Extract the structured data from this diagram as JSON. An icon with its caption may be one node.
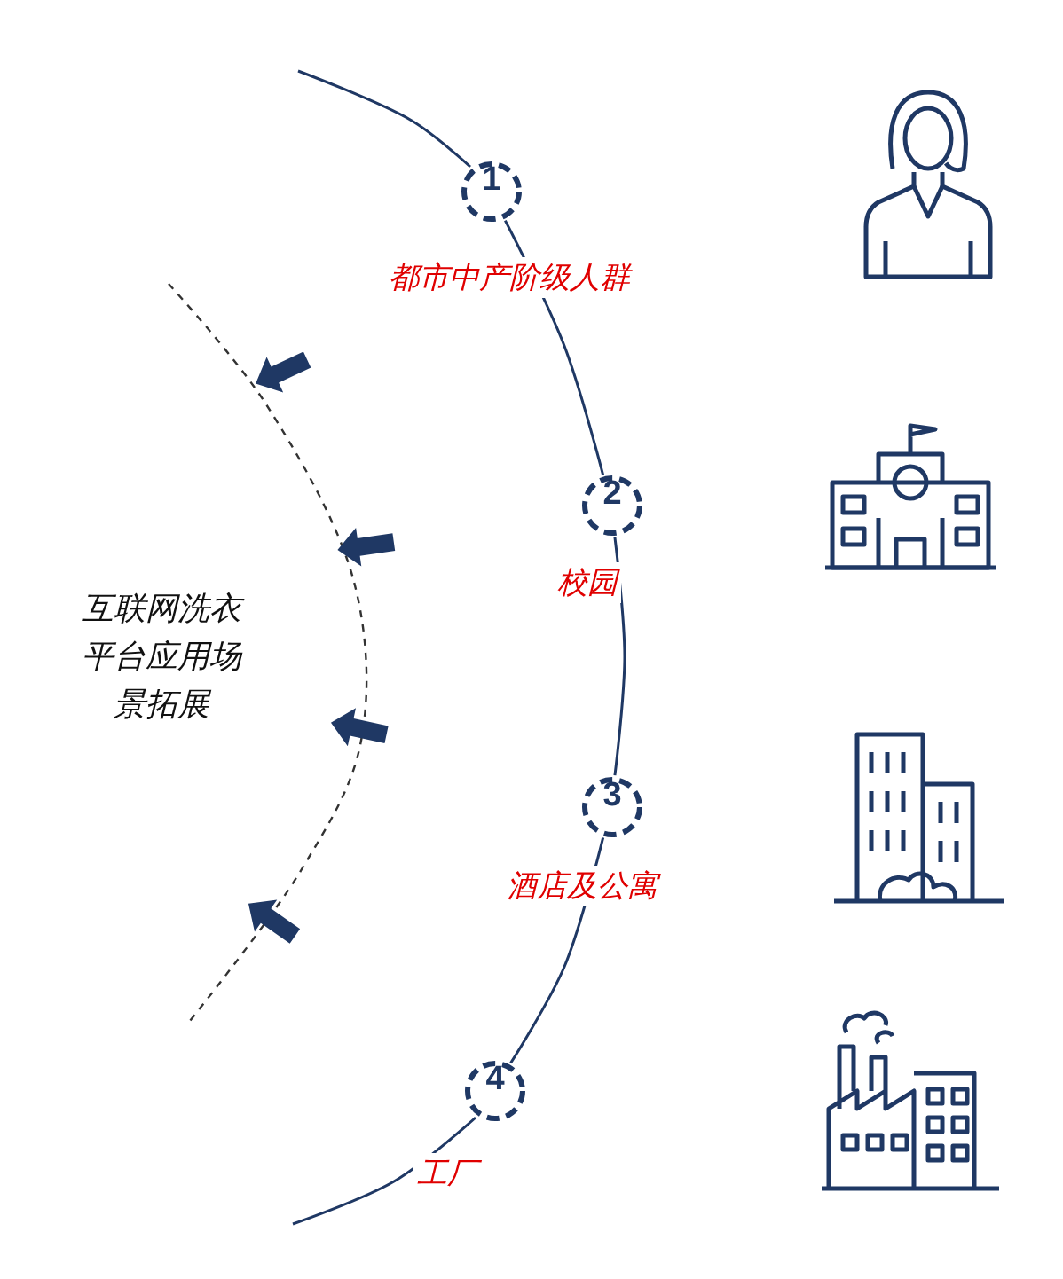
{
  "diagram": {
    "nodes": [
      {
        "text": [
          "1"
        ],
        "beside": [
          "都市中产阶级人群"
        ]
      },
      {
        "text": [
          "2"
        ],
        "beside": [
          "校园"
        ]
      },
      {
        "text": [
          "3"
        ],
        "beside": [
          "酒店及公寓"
        ]
      },
      {
        "text": [
          "4"
        ],
        "beside": [
          "工厂"
        ]
      }
    ],
    "edges": [
      {
        "from": 0,
        "to": 1,
        "arrow": "none"
      },
      {
        "from": 1,
        "to": 2,
        "arrow": "none"
      },
      {
        "from": 2,
        "to": 3,
        "arrow": "none"
      }
    ],
    "labels": [
      "互联网洗衣平台应用场景拓展"
    ]
  }
}
